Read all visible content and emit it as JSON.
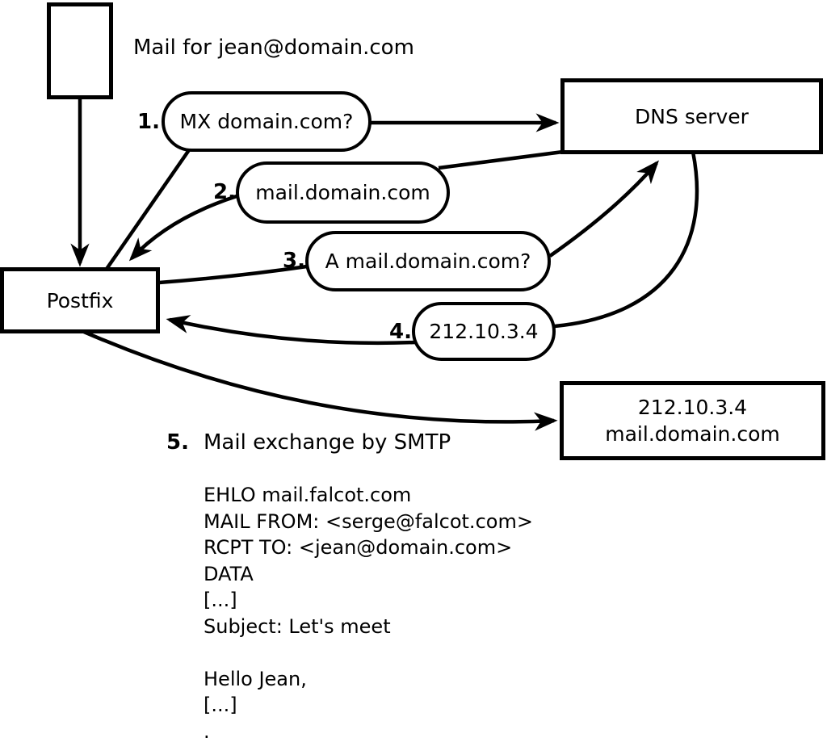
{
  "title": "Mail for jean@domain.com",
  "colors": {
    "stroke": "#000000",
    "background": "#ffffff"
  },
  "nodes": {
    "message": {
      "description": "envelope-rectangle"
    },
    "postfix": {
      "label": "Postfix"
    },
    "dns": {
      "label": "DNS server"
    },
    "mail_server": {
      "line1": "212.10.3.4",
      "line2": "mail.domain.com"
    }
  },
  "steps": [
    {
      "num": "1.",
      "label": "MX domain.com?"
    },
    {
      "num": "2.",
      "label": "mail.domain.com"
    },
    {
      "num": "3.",
      "label": "A mail.domain.com?"
    },
    {
      "num": "4.",
      "label": "212.10.3.4"
    },
    {
      "num": "5.",
      "label": "Mail exchange by SMTP"
    }
  ],
  "smtp_session": [
    "EHLO mail.falcot.com",
    "MAIL FROM: <serge@falcot.com>",
    "RCPT TO: <jean@domain.com>",
    "DATA",
    "[...]",
    "Subject: Let's meet",
    "",
    "Hello Jean,",
    "[...]",
    "."
  ]
}
